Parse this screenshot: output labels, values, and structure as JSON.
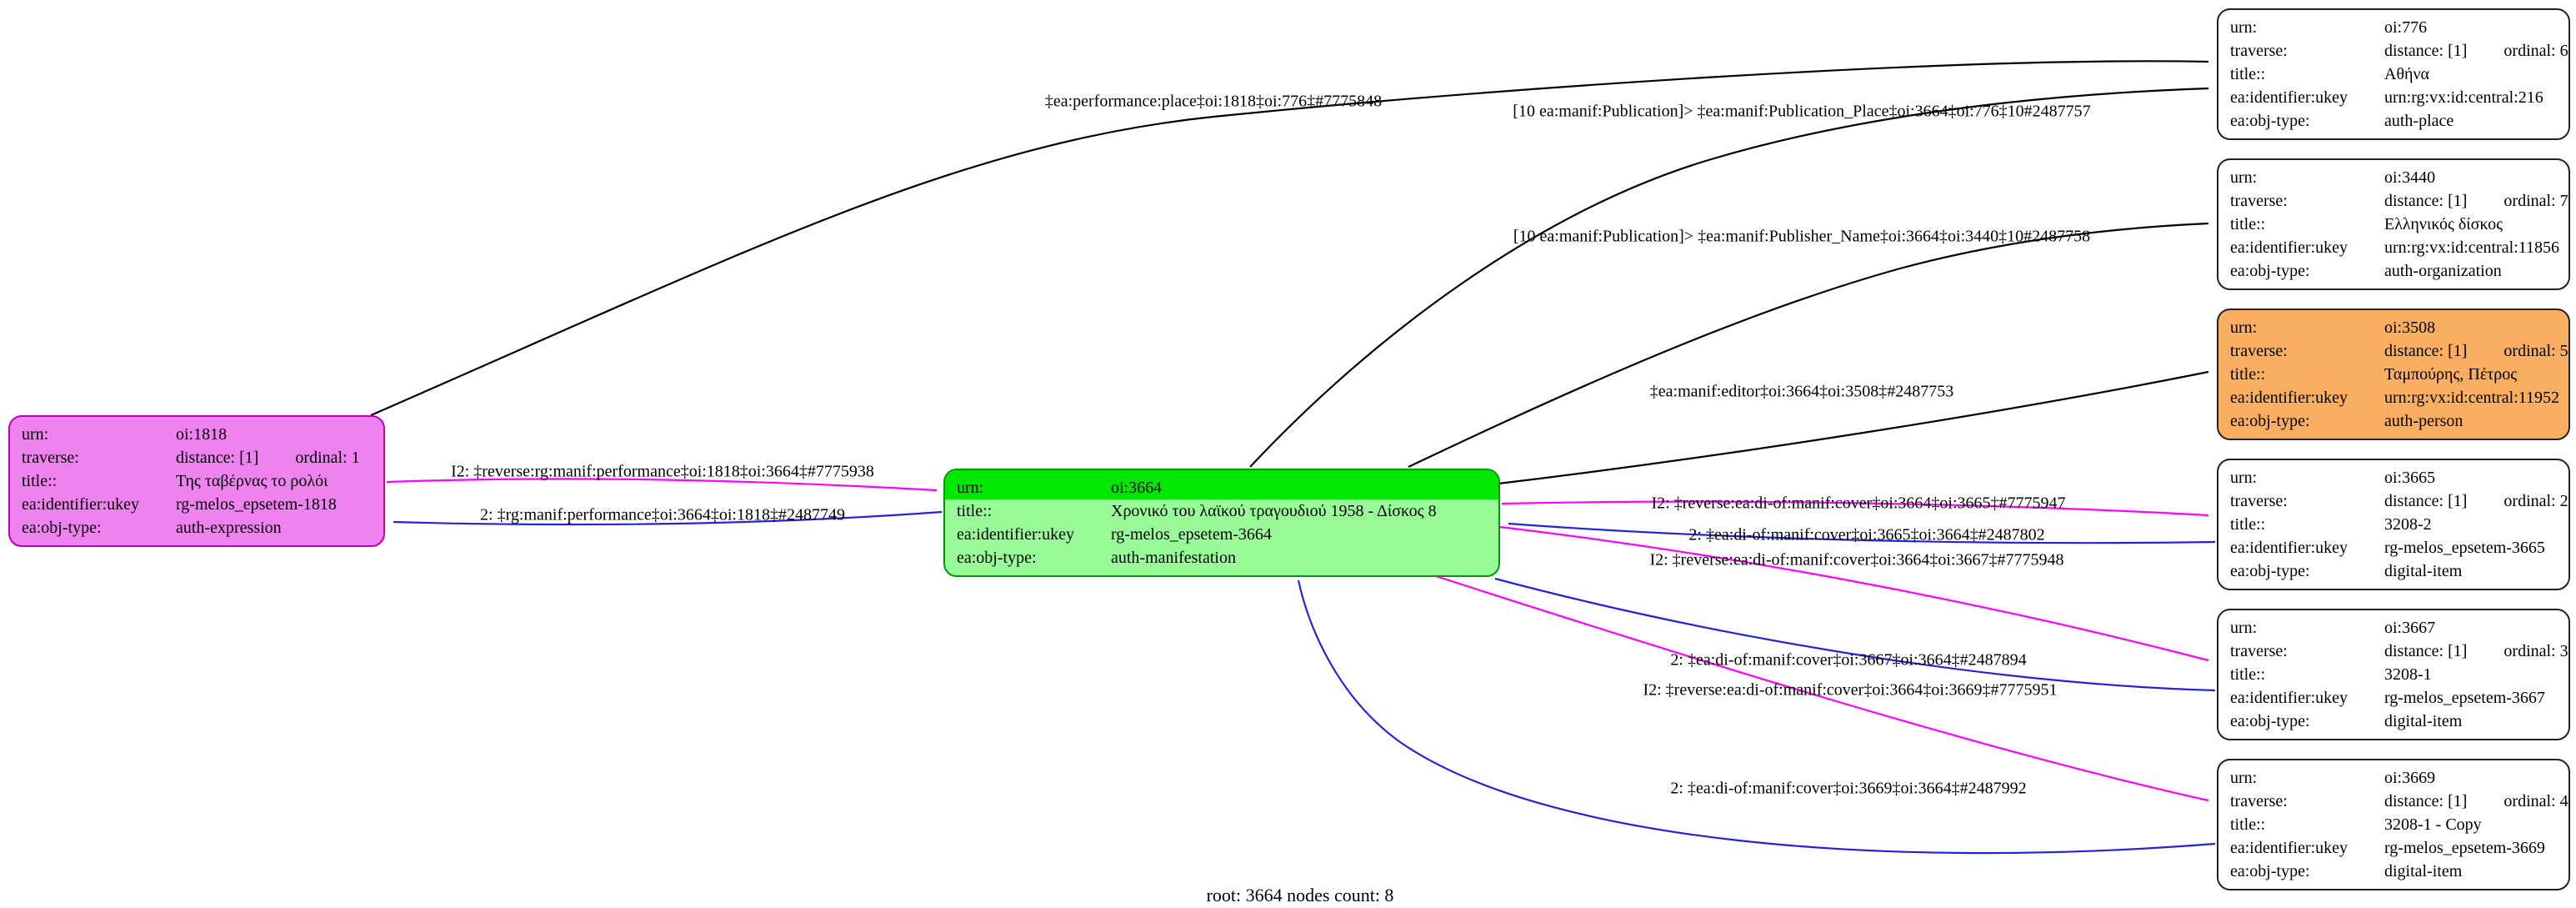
{
  "footer": "root: 3664 nodes count: 8",
  "colors": {
    "edge_black": "#000000",
    "edge_magenta": "#FF00FF",
    "edge_blue": "#2222DD",
    "node_root_fill": "#98FB98",
    "node_root_header": "#00E800",
    "node_expression_fill": "#EE82EE",
    "node_person_fill": "#F9AE62",
    "node_default_fill": "#FFFFFF"
  },
  "field_labels": {
    "urn": "urn:",
    "traverse": "traverse:",
    "title": "title::",
    "ukey": "ea:identifier:ukey",
    "objtype": "ea:obj-type:"
  },
  "nodes": [
    {
      "id": "oi:1818",
      "fields": {
        "urn": "oi:1818",
        "traverse_distance": "distance: [1]",
        "traverse_ordinal": "ordinal: 1",
        "title": "Της ταβέρνας το ρολόι",
        "ukey": "rg-melos_epsetem-1818",
        "objtype": "auth-expression"
      }
    },
    {
      "id": "oi:3664",
      "fields": {
        "urn": "oi:3664",
        "title": "Χρονικό του λαϊκού τραγουδιού 1958 - Δίσκος 8",
        "ukey": "rg-melos_epsetem-3664",
        "objtype": "auth-manifestation"
      }
    },
    {
      "id": "oi:776",
      "fields": {
        "urn": "oi:776",
        "traverse_distance": "distance: [1]",
        "traverse_ordinal": "ordinal: 6",
        "title": "Αθήνα",
        "ukey": "urn:rg:vx:id:central:216",
        "objtype": "auth-place"
      }
    },
    {
      "id": "oi:3440",
      "fields": {
        "urn": "oi:3440",
        "traverse_distance": "distance: [1]",
        "traverse_ordinal": "ordinal: 7",
        "title": "Ελληνικός δίσκος",
        "ukey": "urn:rg:vx:id:central:11856",
        "objtype": "auth-organization"
      }
    },
    {
      "id": "oi:3508",
      "fields": {
        "urn": "oi:3508",
        "traverse_distance": "distance: [1]",
        "traverse_ordinal": "ordinal: 5",
        "title": "Ταμπούρης, Πέτρος",
        "ukey": "urn:rg:vx:id:central:11952",
        "objtype": "auth-person"
      }
    },
    {
      "id": "oi:3665",
      "fields": {
        "urn": "oi:3665",
        "traverse_distance": "distance: [1]",
        "traverse_ordinal": "ordinal: 2",
        "title": "3208-2",
        "ukey": "rg-melos_epsetem-3665",
        "objtype": "digital-item"
      }
    },
    {
      "id": "oi:3667",
      "fields": {
        "urn": "oi:3667",
        "traverse_distance": "distance: [1]",
        "traverse_ordinal": "ordinal: 3",
        "title": "3208-1",
        "ukey": "rg-melos_epsetem-3667",
        "objtype": "digital-item"
      }
    },
    {
      "id": "oi:3669",
      "fields": {
        "urn": "oi:3669",
        "traverse_distance": "distance: [1]",
        "traverse_ordinal": "ordinal: 4",
        "title": "3208-1 - Copy",
        "ukey": "rg-melos_epsetem-3669",
        "objtype": "digital-item"
      }
    }
  ],
  "edges": [
    {
      "label": "‡ea:performance:place‡oi:1818‡oi:776‡#7775848",
      "color": "#000000"
    },
    {
      "label": "[10 ea:manif:Publication]> ‡ea:manif:Publication_Place‡oi:3664‡oi:776‡10#2487757",
      "color": "#000000"
    },
    {
      "label": "[10 ea:manif:Publication]> ‡ea:manif:Publisher_Name‡oi:3664‡oi:3440‡10#2487758",
      "color": "#000000"
    },
    {
      "label": "‡ea:manif:editor‡oi:3664‡oi:3508‡#2487753",
      "color": "#000000"
    },
    {
      "label": "I2: ‡reverse:rg:manif:performance‡oi:1818‡oi:3664‡#7775938",
      "color": "#FF00FF"
    },
    {
      "label": "2: ‡rg:manif:performance‡oi:3664‡oi:1818‡#2487749",
      "color": "#2222DD"
    },
    {
      "label": "I2: ‡reverse:ea:di-of:manif:cover‡oi:3664‡oi:3665‡#7775947",
      "color": "#FF00FF"
    },
    {
      "label": "2: ‡ea:di-of:manif:cover‡oi:3665‡oi:3664‡#2487802",
      "color": "#2222DD"
    },
    {
      "label": "I2: ‡reverse:ea:di-of:manif:cover‡oi:3664‡oi:3667‡#7775948",
      "color": "#FF00FF"
    },
    {
      "label": "2: ‡ea:di-of:manif:cover‡oi:3667‡oi:3664‡#2487894",
      "color": "#2222DD"
    },
    {
      "label": "I2: ‡reverse:ea:di-of:manif:cover‡oi:3664‡oi:3669‡#7775951",
      "color": "#FF00FF"
    },
    {
      "label": "2: ‡ea:di-of:manif:cover‡oi:3669‡oi:3664‡#2487992",
      "color": "#2222DD"
    }
  ]
}
